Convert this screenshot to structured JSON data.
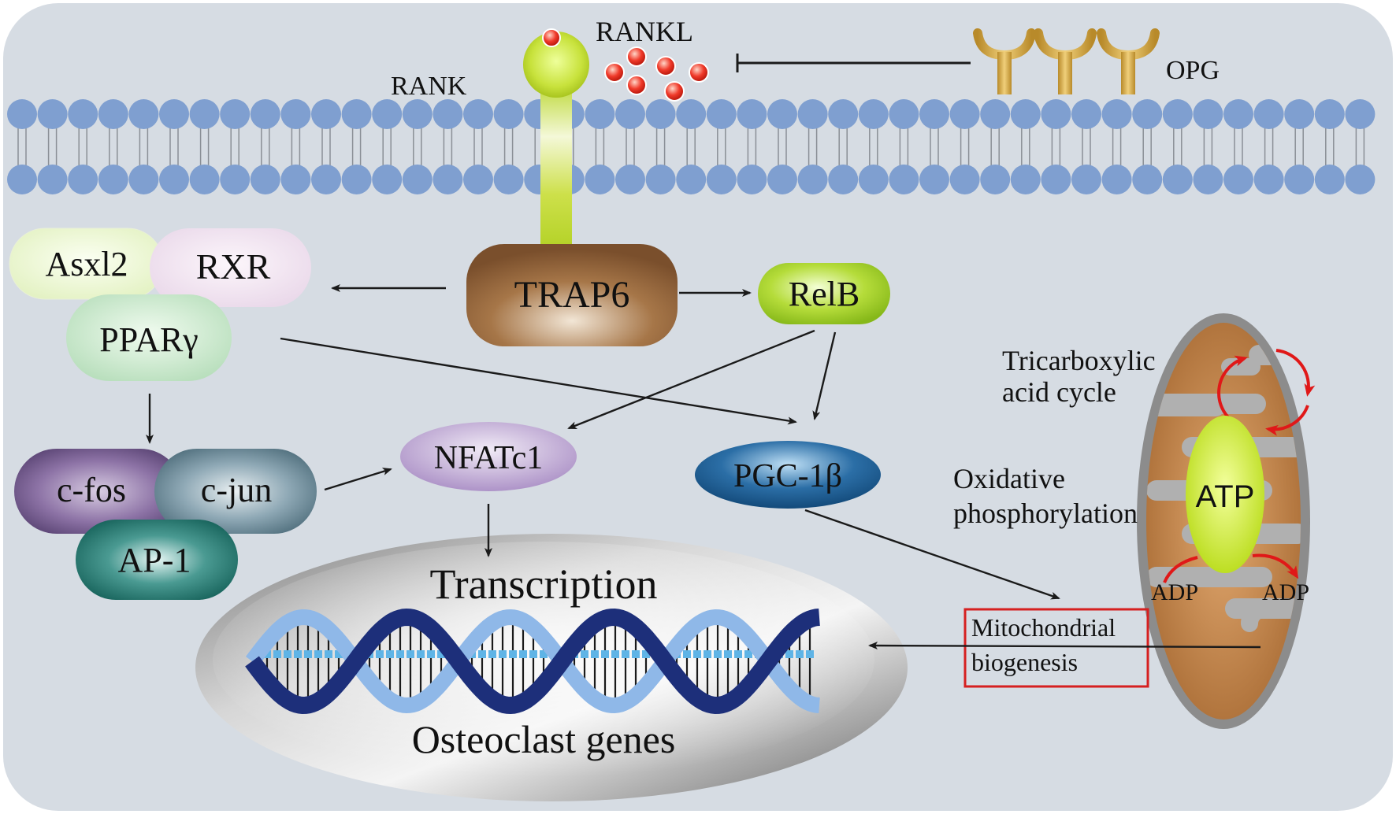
{
  "colors": {
    "background": "#d6dce3",
    "membrane": "#7f9fd0",
    "arrow": "#1a1a1a",
    "highlight_box": "#d62020",
    "cycle_arrow": "#e01818"
  },
  "membrane": {
    "rank_label": "RANK",
    "rankl_label": "RANKL",
    "opg_label": "OPG"
  },
  "nodes": {
    "trap6": "TRAP6",
    "relb": "RelB",
    "asxl2": "Asxl2",
    "rxr": "RXR",
    "pparg": "PPARγ",
    "cfos": "c-fos",
    "cjun": "c-jun",
    "ap1": "AP-1",
    "nfatc1": "NFATc1",
    "pgc1b": "PGC-1β"
  },
  "nucleus": {
    "transcription": "Transcription",
    "genes": "Osteoclast genes"
  },
  "mitochondrion": {
    "tca_line1": "Tricarboxylic",
    "tca_line2": "acid cycle",
    "oxphos_line1": "Oxidative",
    "oxphos_line2": "phosphorylation",
    "atp": "ATP",
    "adp_left": "ADP",
    "adp_right": "ADP",
    "biogenesis_line1": "Mitochondrial",
    "biogenesis_line2": "biogenesis"
  }
}
